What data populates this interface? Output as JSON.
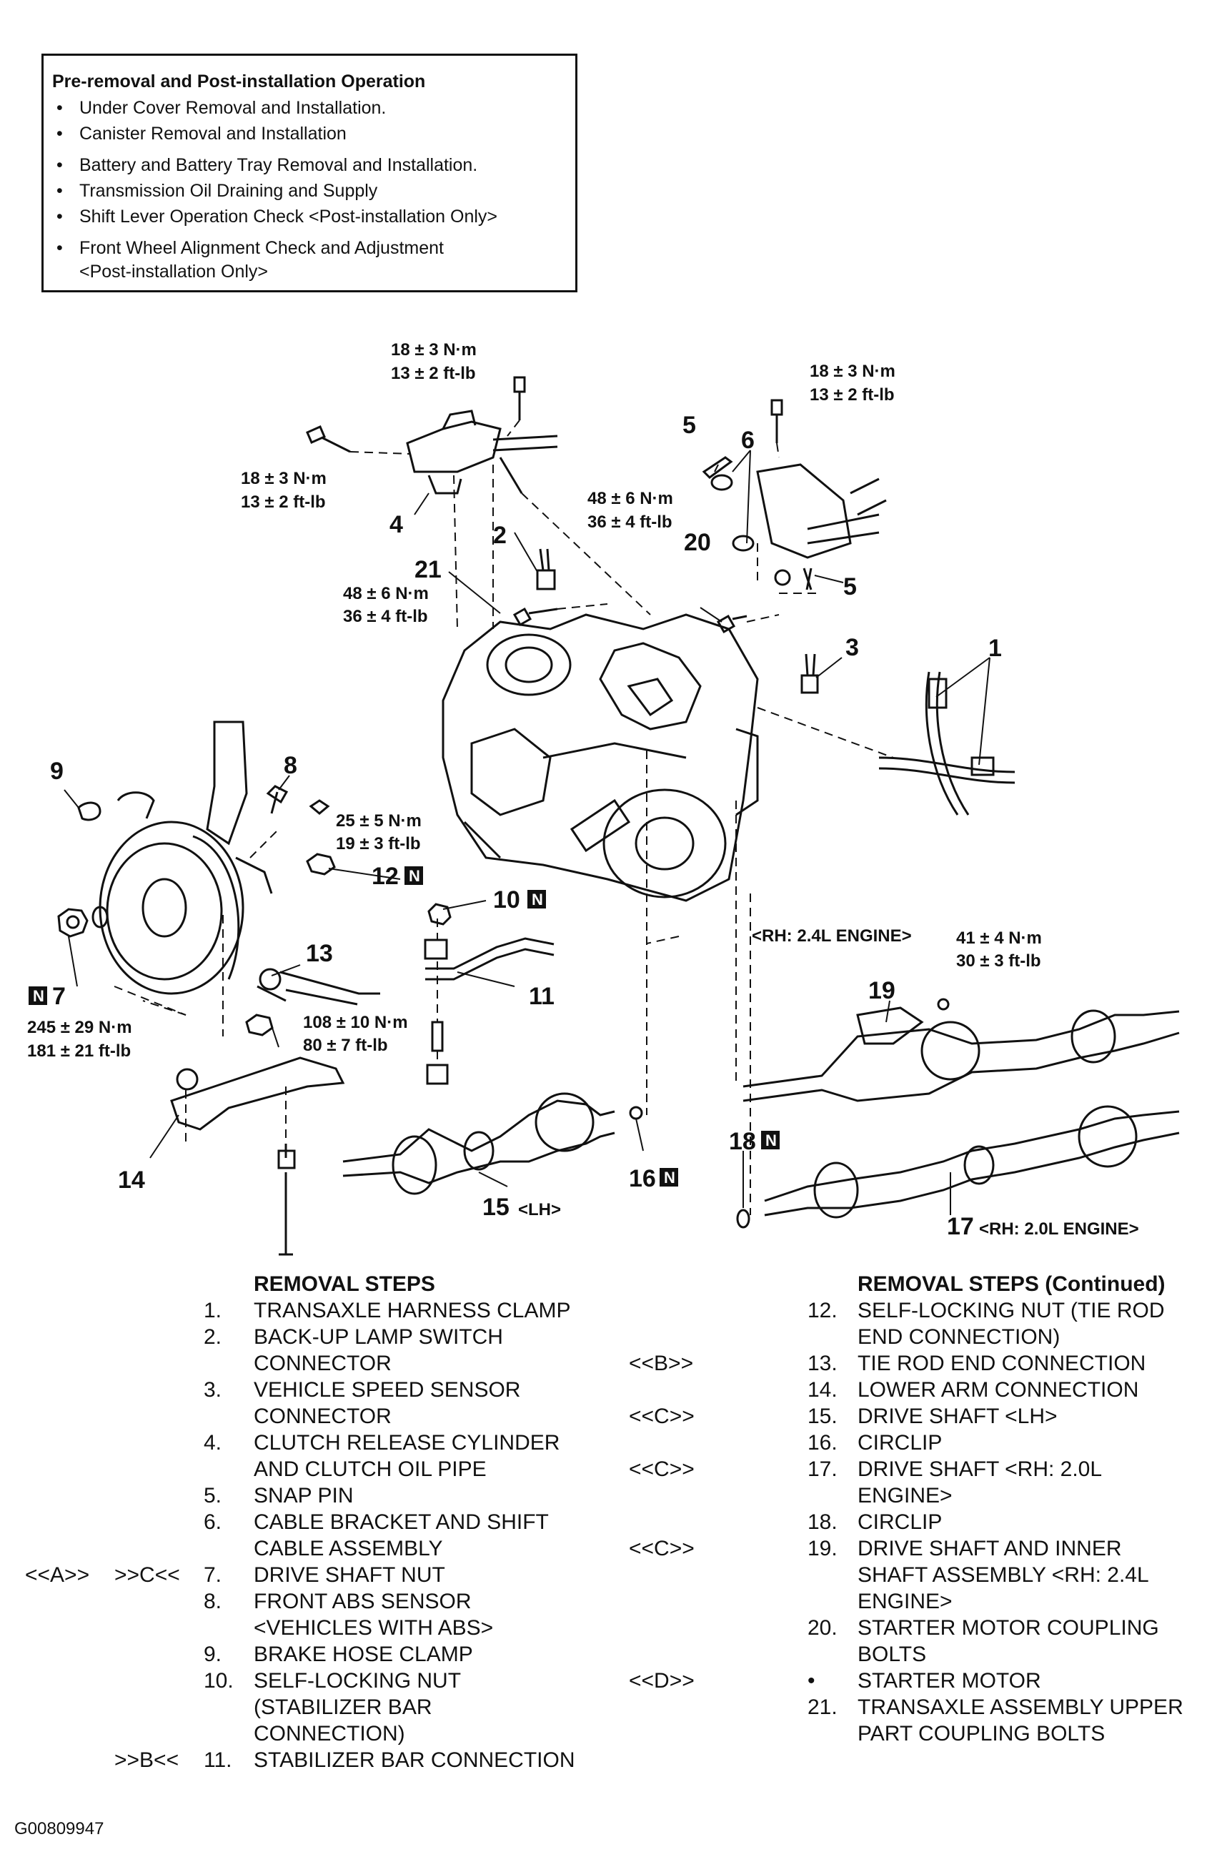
{
  "pre_box": {
    "title": "Pre-removal and Post-installation Operation",
    "items": [
      "Under Cover  Removal and Installation.",
      "Canister Removal and Installation",
      "Battery and Battery Tray Removal and Installation.",
      "Transmission Oil Draining and Supply",
      "Shift Lever Operation Check <Post-installation Only>",
      "Front Wheel Alignment Check and Adjustment",
      "<Post-installation Only>"
    ]
  },
  "callouts": {
    "t1a": "18 ± 3 N·m",
    "t1b": "13 ± 2 ft-lb",
    "t2a": "18 ± 3 N·m",
    "t2b": "13 ± 2 ft-lb",
    "t3a": "18 ± 3 N·m",
    "t3b": "13 ± 2 ft-lb",
    "t4a": "48 ± 6 N·m",
    "t4b": "36 ± 4 ft-lb",
    "t5a": "48 ± 6 N·m",
    "t5b": "36 ± 4 ft-lb",
    "t6a": "25 ± 5 N·m",
    "t6b": "19 ± 3 ft-lb",
    "t7a": "245 ± 29 N·m",
    "t7b": "181 ± 21 ft-lb",
    "t8a": "108 ± 10 N·m",
    "t8b": "80 ± 7 ft-lb",
    "t9a": "41 ± 4 N·m",
    "t9b": "30 ± 3 ft-lb",
    "n1": "1",
    "n2": "2",
    "n3": "3",
    "n4": "4",
    "n5a": "5",
    "n5b": "5",
    "n6": "6",
    "n7": "7",
    "n8": "8",
    "n9": "9",
    "n10": "10",
    "n11": "11",
    "n12": "12",
    "n13": "13",
    "n14": "14",
    "n15": "15",
    "n16": "16",
    "n17": "17",
    "n18": "18",
    "n19": "19",
    "n20": "20",
    "n21": "21",
    "lh": "<LH>",
    "rh20": "<RH: 2.0L ENGINE>",
    "rh24": "<RH: 2.4L ENGINE>",
    "nmark": "N"
  },
  "removal_left": {
    "header": "REMOVAL STEPS",
    "rows": [
      {
        "tag1": "",
        "tag2": "",
        "num": "1.",
        "text": "TRANSAXLE HARNESS CLAMP"
      },
      {
        "tag1": "",
        "tag2": "",
        "num": "2.",
        "text": "BACK-UP LAMP SWITCH"
      },
      {
        "tag1": "",
        "tag2": "",
        "num": "",
        "text": "CONNECTOR"
      },
      {
        "tag1": "",
        "tag2": "",
        "num": "3.",
        "text": "VEHICLE SPEED SENSOR"
      },
      {
        "tag1": "",
        "tag2": "",
        "num": "",
        "text": "CONNECTOR"
      },
      {
        "tag1": "",
        "tag2": "",
        "num": "4.",
        "text": "CLUTCH RELEASE CYLINDER"
      },
      {
        "tag1": "",
        "tag2": "",
        "num": "",
        "text": "AND CLUTCH OIL PIPE"
      },
      {
        "tag1": "",
        "tag2": "",
        "num": "5.",
        "text": "SNAP PIN"
      },
      {
        "tag1": "",
        "tag2": "",
        "num": "6.",
        "text": "CABLE BRACKET AND SHIFT"
      },
      {
        "tag1": "",
        "tag2": "",
        "num": "",
        "text": "CABLE ASSEMBLY"
      },
      {
        "tag1": "<<A>>",
        "tag2": ">>C<<",
        "num": "7.",
        "text": "DRIVE SHAFT NUT"
      },
      {
        "tag1": "",
        "tag2": "",
        "num": "8.",
        "text": "FRONT ABS SENSOR"
      },
      {
        "tag1": "",
        "tag2": "",
        "num": "",
        "text": "<VEHICLES WITH ABS>"
      },
      {
        "tag1": "",
        "tag2": "",
        "num": "9.",
        "text": "BRAKE HOSE CLAMP"
      },
      {
        "tag1": "",
        "tag2": "",
        "num": "10.",
        "text": "SELF-LOCKING NUT"
      },
      {
        "tag1": "",
        "tag2": "",
        "num": "",
        "text": "(STABILIZER BAR"
      },
      {
        "tag1": "",
        "tag2": "",
        "num": "",
        "text": "CONNECTION)"
      },
      {
        "tag1": "",
        "tag2": ">>B<<",
        "num": "11.",
        "text": "STABILIZER BAR CONNECTION"
      }
    ]
  },
  "removal_right": {
    "header": "REMOVAL STEPS (Continued)",
    "rows": [
      {
        "tag": "",
        "num": "12.",
        "text": "SELF-LOCKING NUT (TIE ROD"
      },
      {
        "tag": "",
        "num": "",
        "text": "END CONNECTION)"
      },
      {
        "tag": "<<B>>",
        "num": "13.",
        "text": "TIE ROD END CONNECTION"
      },
      {
        "tag": "",
        "num": "14.",
        "text": "LOWER ARM CONNECTION"
      },
      {
        "tag": "<<C>>",
        "num": "15.",
        "text": "DRIVE SHAFT <LH>"
      },
      {
        "tag": "",
        "num": "16.",
        "text": "CIRCLIP"
      },
      {
        "tag": "<<C>>",
        "num": "17.",
        "text": " DRIVE SHAFT <RH: 2.0L"
      },
      {
        "tag": "",
        "num": "",
        "text": "ENGINE>"
      },
      {
        "tag": "",
        "num": "18.",
        "text": "CIRCLIP"
      },
      {
        "tag": "<<C>>",
        "num": "19.",
        "text": "DRIVE SHAFT AND INNER"
      },
      {
        "tag": "",
        "num": "",
        "text": "SHAFT ASSEMBLY <RH: 2.4L"
      },
      {
        "tag": "",
        "num": "",
        "text": "ENGINE>"
      },
      {
        "tag": "",
        "num": "20.",
        "text": "STARTER MOTOR COUPLING"
      },
      {
        "tag": "",
        "num": "",
        "text": "BOLTS"
      },
      {
        "tag": "<<D>>",
        "num": "•",
        "text": "STARTER MOTOR"
      },
      {
        "tag": "",
        "num": "21.",
        "text": "TRANSAXLE ASSEMBLY UPPER"
      },
      {
        "tag": "",
        "num": "",
        "text": "PART COUPLING BOLTS"
      }
    ]
  },
  "figure_id": "G00809947"
}
